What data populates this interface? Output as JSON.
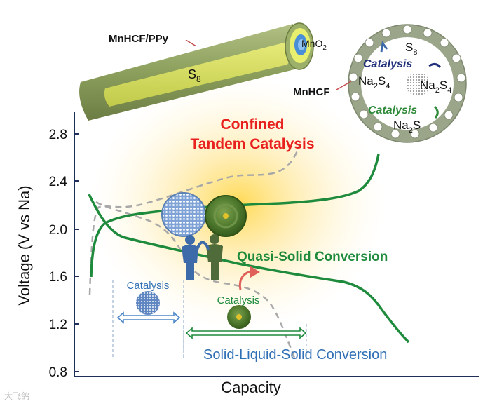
{
  "axes": {
    "ylabel": "Voltage (V vs Na)",
    "xlabel": "Capacity",
    "yticks": [
      "2.8",
      "2.4",
      "2.0",
      "1.6",
      "1.2",
      "0.8"
    ]
  },
  "title": {
    "line1": "Confined",
    "line2": "Tandem Catalysis"
  },
  "labels": {
    "coating": "MnHCF/PPy",
    "core_sulfur": "S",
    "core_sulfur_sub": "8",
    "inner_oxide": "MnO",
    "inner_oxide_sub": "2",
    "shell": "MnHCF",
    "quasi": "Quasi-Solid Conversion",
    "sls": "Solid-Liquid-Solid Conversion",
    "catalysis_left": "Catalysis",
    "catalysis_mid": "Catalysis"
  },
  "inset": {
    "s8": "S",
    "s8_sub": "8",
    "na2s4_left_a": "Na",
    "na2s4_left_b": "2",
    "na2s4_left_c": "S",
    "na2s4_left_d": "4",
    "na2s4_right_a": "Na",
    "na2s4_right_b": "2",
    "na2s4_right_c": "S",
    "na2s4_right_d": "4",
    "na2s_a": "Na",
    "na2s_b": "2",
    "na2s_c": "S",
    "catalysis_top": "Catalysis",
    "catalysis_bottom": "Catalysis"
  },
  "watermark": "大飞鸽",
  "colors": {
    "green": "#1e8a3c",
    "red": "#e8201e",
    "blue": "#2f6fb5",
    "navy": "#1f2f7a",
    "gray_dash": "#a9a9a9",
    "tube": "#8fa25f"
  }
}
